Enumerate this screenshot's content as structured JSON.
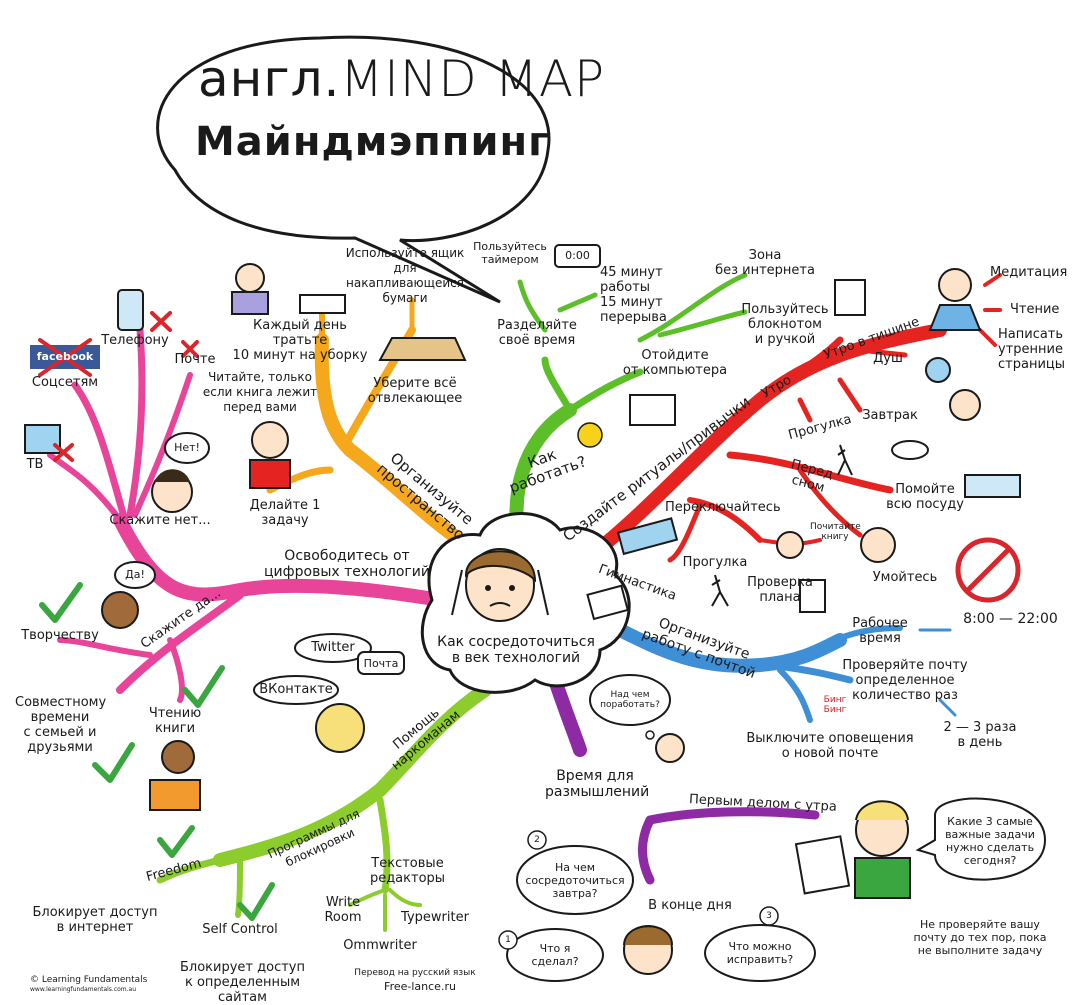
{
  "title": {
    "prefix": "англ.",
    "english": "MIND MAP",
    "russian": "Майндмэппинг"
  },
  "center": {
    "label": "Как сосредоточиться\nв век технологий"
  },
  "branches": {
    "space": {
      "label": "Организуйте\nпространство",
      "items": {
        "clean": "Каждый день тратьте\n10 минут на уборку",
        "paper": "Используйте ящик\nдля накапливающейся\nбумаги",
        "remove": "Уберите всё\nотвлекающее",
        "read": "Читайте, только\nесли книга лежит\nперед вами",
        "one_task": "Делайте 1 задачу"
      }
    },
    "digital": {
      "label": "Освободитесь от\nцифровых технологий",
      "say_no": "Скажите нет...",
      "no_bubble": "Нет!",
      "phone": "Телефону",
      "mail": "Почте",
      "social": "Соцсетям",
      "facebook": "facebook",
      "tv": "ТВ",
      "say_yes": "Скажите да...",
      "yes_bubble": "Да!",
      "creativity": "Творчеству",
      "family": "Совместному\nвремени\nс семьей и\nдрузьями",
      "books": "Чтению\nкниги"
    },
    "work": {
      "label": "Как\nработать?",
      "split": "Разделяйте\nсвоё время",
      "timer": "Пользуйтесь\nтаймером",
      "timer_display": "0:00",
      "schedule": "45 минут\nработы\n15 минут\nперерыва",
      "away": "Отойдите\nот компьютера",
      "nonet": "Зона\nбез интернета",
      "notebook": "Пользуйтесь\nблокнотом\nи ручкой"
    },
    "rituals": {
      "label": "Создайте ритуалы/привычки",
      "morning": "Утро",
      "silence": "Утро в тишине",
      "meditate": "Медитация",
      "reading": "Чтение",
      "pages": "Написать\nутренние\nстраницы",
      "shower": "Душ",
      "walk": "Прогулка",
      "breakfast": "Завтрак",
      "before_sleep": "Перед сном",
      "dishes": "Помойте\nвсю посуду",
      "switch": "Переключайтесь",
      "gym": "Гимнастика",
      "walk2": "Прогулка",
      "plan": "Проверка\nплана",
      "read_book": "Почитайте\nкнигу",
      "wash": "Умойтесь"
    },
    "email": {
      "label": "Организуйте\nработу с почтой",
      "work_time": "Рабочее время",
      "hours": "8:00 — 22:00",
      "check": "Проверяйте почту\nопределенное\nколичество раз",
      "times": "2 — 3 раза\nв день",
      "notify": "Выключите оповещения\nо новой почте",
      "bing": "Бинг\nБинг"
    },
    "reflect": {
      "label": "Время для\nразмышлений",
      "thought": "Над чем\nпоработать?",
      "first": "Первым делом с утра",
      "three": "Какие 3 самые\nважные задачи\nнужно сделать\nсегодня?",
      "dont_check": "Не проверяйте вашу\nпочту до тех пор, пока\nне выполните задачу",
      "end_day": "В конце дня",
      "q1_num": "1",
      "q1": "Что я\nсделал?",
      "q2_num": "2",
      "q2": "На чем\nсосредоточиться\nзавтра?",
      "q3_num": "3",
      "q3": "Что можно\nисправить?"
    },
    "addicts": {
      "label": "Помощь\nнаркоманам",
      "twitter": "Twitter",
      "mail": "Почта",
      "vk": "ВКонтакте",
      "blocking": "Программы для блокировки",
      "freedom": "Freedom",
      "block_net": "Блокирует доступ\nв интернет",
      "self_control": "Self Control",
      "block_sites": "Блокирует доступ\nк определенным сайтам",
      "editors": "Текстовые редакторы",
      "write_room": "Write\nRoom",
      "typewriter": "Typewriter",
      "ommwriter": "Ommwriter"
    }
  },
  "credits": {
    "left": "© Learning Fundamentals",
    "left_url": "www.learningfundamentals.com.au",
    "translation": "Перевод на русский язык",
    "translator": "Free-lance.ru"
  },
  "colors": {
    "pink": "#e8459a",
    "orange": "#f5a81c",
    "green": "#5cbf2a",
    "red": "#e52421",
    "blue": "#3f8fd6",
    "purple": "#8e2aa3",
    "lime": "#8ccc2d",
    "check": "#3aa640",
    "cross": "#d8262c"
  }
}
